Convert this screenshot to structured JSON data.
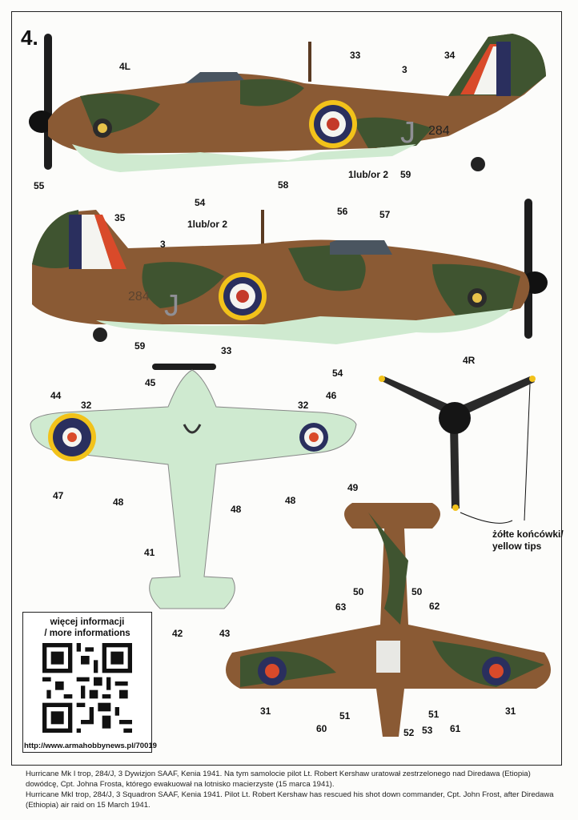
{
  "sheet": {
    "number": "4.",
    "tips_label_pl": "żółte końcówki/",
    "tips_label_en": "yellow tips"
  },
  "callouts": {
    "c33a": "33",
    "c34": "34",
    "c3a": "3",
    "c4L": "4L",
    "c1luba": "1lub/or 2",
    "c59a": "59",
    "c58": "58",
    "c54a": "54",
    "c55": "55",
    "c35": "35",
    "c1lubb": "1lub/or 2",
    "c3b": "3",
    "c56": "56",
    "c57": "57",
    "c59b": "59",
    "c33b": "33",
    "c54b": "54",
    "c4R": "4R",
    "c45": "45",
    "c44": "44",
    "c32a": "32",
    "c32b": "32",
    "c46": "46",
    "c47": "47",
    "c48a": "48",
    "c48b": "48",
    "c48c": "48",
    "c49": "49",
    "c41": "41",
    "c42": "42",
    "c43": "43",
    "c50a": "50",
    "c50b": "50",
    "c63": "63",
    "c62": "62",
    "c31a": "31",
    "c31b": "31",
    "c60": "60",
    "c51a": "51",
    "c51b": "51",
    "c52": "52",
    "c53": "53",
    "c61": "61"
  },
  "aircraft": {
    "code_letter": "J",
    "serial": "284"
  },
  "qr": {
    "title_pl": "więcej informacji",
    "title_en": "/ more informations",
    "url": "http://www.armahobbynews.pl/70019"
  },
  "captions": {
    "pl": "Hurricane Mk I trop, 284/J, 3 Dywizjon SAAF, Kenia 1941. Na tym samolocie pilot Lt. Robert Kershaw uratował zestrzelonego nad Diredawa (Etiopia) dowódcę, Cpt. Johna Frosta, którego ewakuował na lotnisko macierzyste (15 marca 1941).",
    "en": "Hurricane MkI trop, 284/J, 3 Squadron SAAF, Kenia 1941. Pilot Lt. Robert Kershaw has rescued his shot down commander, Cpt. John Frost, after Diredawa (Ethiopia) air raid on 15 March 1941."
  },
  "colors": {
    "dark_earth": "#8a5a34",
    "dark_green": "#3f5430",
    "azure_blue": "#cfead0",
    "roundel_blue": "#2a2f5e",
    "roundel_red": "#d94a2a",
    "roundel_yellow": "#f2c21a"
  }
}
